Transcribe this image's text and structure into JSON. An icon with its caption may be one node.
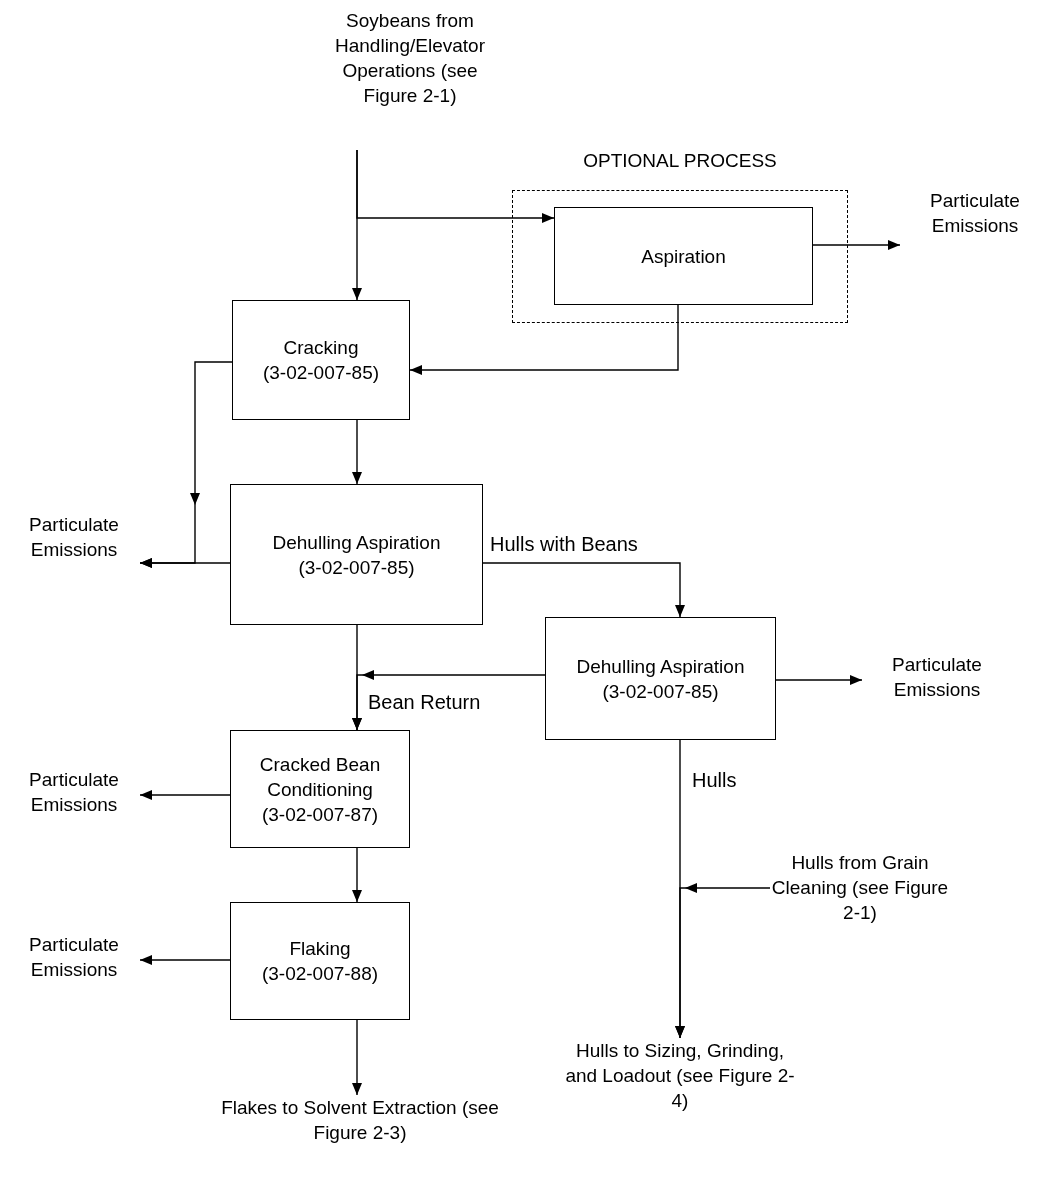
{
  "diagram": {
    "nodes": [
      {
        "text": [
          "Soybeans from Handling/Elevator Operations (see Figure 2-1)"
        ]
      },
      {
        "text": [
          "OPTIONAL PROCESS"
        ]
      },
      {
        "text": [
          "Aspiration"
        ],
        "in": 1
      },
      {
        "text": [
          "Particulate Emissions"
        ]
      },
      {
        "text": [
          "Cracking",
          "(3-02-007-85)"
        ]
      },
      {
        "text": [
          "Particulate Emissions"
        ]
      },
      {
        "text": [
          "Dehulling Aspiration",
          "(3-02-007-85)"
        ]
      },
      {
        "text": [
          "Dehulling Aspiration",
          "(3-02-007-85)"
        ]
      },
      {
        "text": [
          "Particulate Emissions"
        ]
      },
      {
        "text": [
          "Cracked Bean Conditioning",
          "(3-02-007-87)"
        ]
      },
      {
        "text": [
          "Particulate Emissions"
        ]
      },
      {
        "text": [
          "Hulls from Grain Cleaning (see Figure 2-1)"
        ]
      },
      {
        "text": [
          "Flaking",
          "(3-02-007-88)"
        ]
      },
      {
        "text": [
          "Particulate Emissions"
        ]
      },
      {
        "text": [
          "Hulls to Sizing, Grinding, and Loadout (see Figure 2-4)"
        ]
      },
      {
        "text": [
          "Flakes to Solvent Extraction (see Figure 2-3)"
        ]
      }
    ],
    "edges": [
      {
        "from": 0,
        "to": 4,
        "arrow": "to"
      },
      {
        "from": 0,
        "to": 2,
        "arrow": "to"
      },
      {
        "from": 2,
        "to": 3,
        "arrow": "to"
      },
      {
        "from": 2,
        "to": 4,
        "arrow": "to"
      },
      {
        "from": 4,
        "to": 6,
        "arrow": "to"
      },
      {
        "from": 4,
        "to": 5,
        "arrow": "to"
      },
      {
        "from": 6,
        "to": 5,
        "arrow": "to"
      },
      {
        "from": 6,
        "to": 7,
        "arrow": "to",
        "label": "Hulls with Beans"
      },
      {
        "from": 7,
        "to": 9,
        "arrow": "to",
        "label": "Bean Return"
      },
      {
        "from": 6,
        "to": 9,
        "arrow": "to"
      },
      {
        "from": 7,
        "to": 8,
        "arrow": "to"
      },
      {
        "from": 7,
        "to": 14,
        "arrow": "to",
        "label": "Hulls"
      },
      {
        "from": 11,
        "to": 14,
        "arrow": "to"
      },
      {
        "from": 9,
        "to": 10,
        "arrow": "to"
      },
      {
        "from": 9,
        "to": 12,
        "arrow": "to"
      },
      {
        "from": 12,
        "to": 13,
        "arrow": "to"
      },
      {
        "from": 12,
        "to": 15,
        "arrow": "to"
      }
    ]
  }
}
